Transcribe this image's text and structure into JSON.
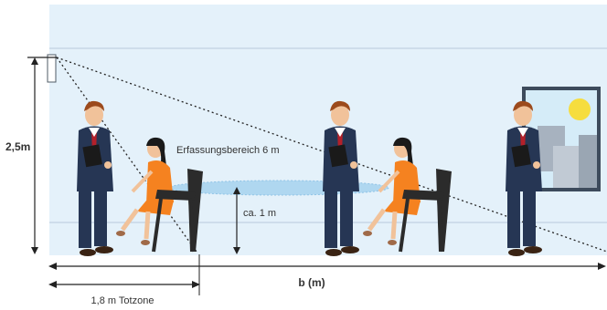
{
  "labels": {
    "height": "2,5m",
    "range": "Erfassungsbereich 6 m",
    "ca_height": "ca. 1 m",
    "dead_zone": "1,8 m Totzone",
    "width": "b (m)"
  },
  "colors": {
    "wall": "#e4f1fa",
    "floor": "#d9ecf7",
    "line": "#a9bfd4",
    "suit": "#263654",
    "tie": "#b3202a",
    "skin": "#f1c29a",
    "hair_man": "#9c4a1c",
    "dress": "#f58220",
    "chair": "#2b2b2b",
    "ellipse": "#a9d4ee"
  },
  "icons": [
    "ceiling-sensor-icon",
    "window-icon",
    "sun-icon"
  ]
}
